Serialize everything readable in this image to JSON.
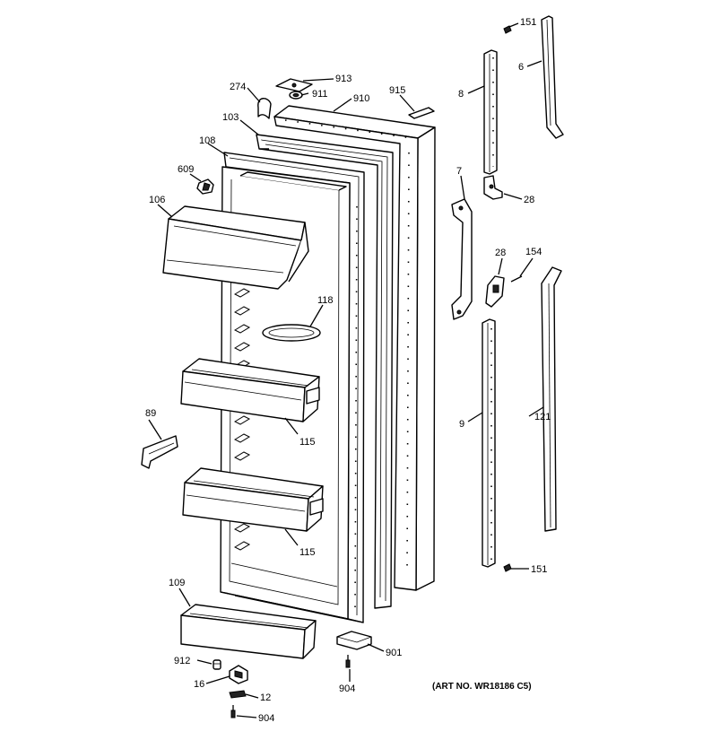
{
  "diagram": {
    "art_number": "(ART NO. WR18186 C5)",
    "parts": {
      "p151a": "151",
      "p6": "6",
      "p8": "8",
      "p913": "913",
      "p274": "274",
      "p911": "911",
      "p910": "910",
      "p915": "915",
      "p103": "103",
      "p108": "108",
      "p609": "609",
      "p106": "106",
      "p7": "7",
      "p28a": "28",
      "p28b": "28",
      "p154": "154",
      "p118": "118",
      "p89": "89",
      "p115a": "115",
      "p115b": "115",
      "p9": "9",
      "p121": "121",
      "p109": "109",
      "p151b": "151",
      "p901": "901",
      "p912": "912",
      "p16": "16",
      "p904a": "904",
      "p12": "12",
      "p904b": "904"
    }
  }
}
